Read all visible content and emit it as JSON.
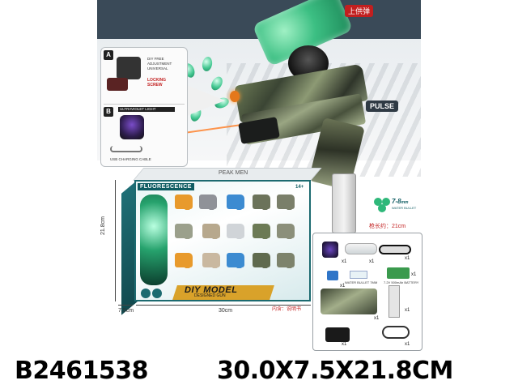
{
  "product": {
    "item_code": "B2461538",
    "package_size": "30.0X7.5X21.8CM"
  },
  "gun": {
    "tank_label": "上供弹",
    "pulse_badge": "PULSE",
    "gun_length_label": "枪长约：21cm"
  },
  "instructions": {
    "a_tag": "A",
    "a_text": "DIY FREE ADJUSTMENT UNIVERSAL",
    "a_screw": "LOCKING SCREW",
    "b_tag": "B",
    "b_uv_label": "ULTRAVIOLET LIGHT",
    "b_cable": "USB CHARGING CABLE"
  },
  "beads_badge": {
    "size": "7-8",
    "unit": "mm",
    "text": "WATER BULLET"
  },
  "box": {
    "top_label": "PEAK MEN",
    "fluorescence": "FLUORESCENCE",
    "age": "14+",
    "diy_title": "DIY MODEL",
    "diy_sub": "DESIGNED GUN",
    "inner_note": "内含：说明书",
    "dim_height": "21.8cm",
    "dim_depth": "7.5cm",
    "dim_width": "30cm"
  },
  "accessories": {
    "counts": [
      "x1",
      "x1",
      "x1",
      "x1",
      "x1",
      "x1",
      "x1",
      "x1",
      "x1"
    ],
    "battery_label": "7.2V 500mAh BATTERY",
    "beads_label": "WATER BULLET 7MM"
  },
  "colors": {
    "header_band": "#3a4a58",
    "box_teal": "#1c6a70",
    "accent_red": "#c21f1f",
    "gel_green": "#3cbf83",
    "diy_gold": "#d9a22a"
  }
}
